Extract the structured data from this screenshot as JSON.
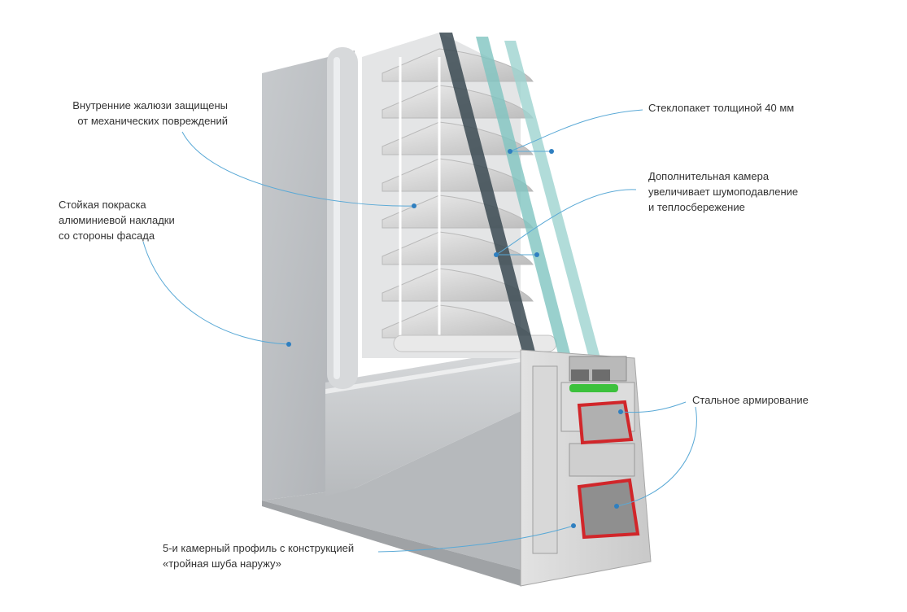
{
  "callouts": {
    "blinds": [
      "Внутренние жалюзи защищены",
      "от механических повреждений"
    ],
    "paint": [
      "Стойкая покраска",
      "алюминиевой накладки",
      "со стороны фасада"
    ],
    "glass": [
      "Стеклопакет толщиной 40 мм"
    ],
    "chamber": [
      "Дополнительная камера",
      "увеличивает шумоподавление",
      "и теплосбережение"
    ],
    "steel": [
      "Стальное армирование"
    ],
    "profile": [
      "5-и камерный профиль с конструкцией",
      "«тройная шуба наружу»"
    ]
  },
  "colors": {
    "leader_line": "#5aa9d6",
    "leader_dot": "#2f7fc0",
    "frame_face": "#b9bcbf",
    "glass_edge": "#7fc4c0",
    "steel_reinforcement": "#d1262a",
    "seal_green": "#3cc13c"
  }
}
